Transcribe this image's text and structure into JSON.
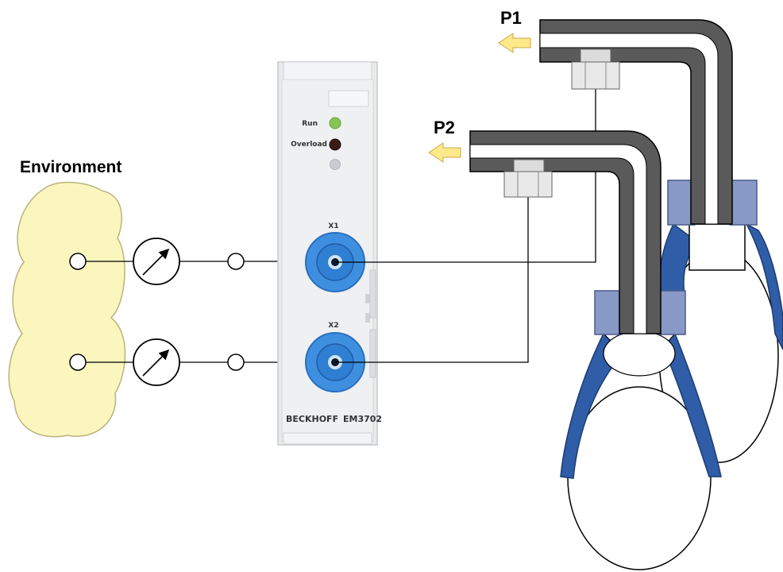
{
  "environment": {
    "label": "Environment"
  },
  "ports": {
    "p1": {
      "label": "P1"
    },
    "p2": {
      "label": "P2"
    }
  },
  "module": {
    "led_run_label": "Run",
    "led_overload_label": "Overload",
    "port_x1_label": "X1",
    "port_x2_label": "X2",
    "brand": "BECKHOFF",
    "model": "EM3702"
  },
  "colors": {
    "environment_fill": "#fbf6be",
    "connector_blue": "#3f8fe0",
    "led_green": "#86c455",
    "led_dark": "#3a1a14",
    "pipe_dark": "#5a5a5a",
    "gripper_blue": "#2f5da8",
    "arrow_yellow": "#ffe98a"
  }
}
